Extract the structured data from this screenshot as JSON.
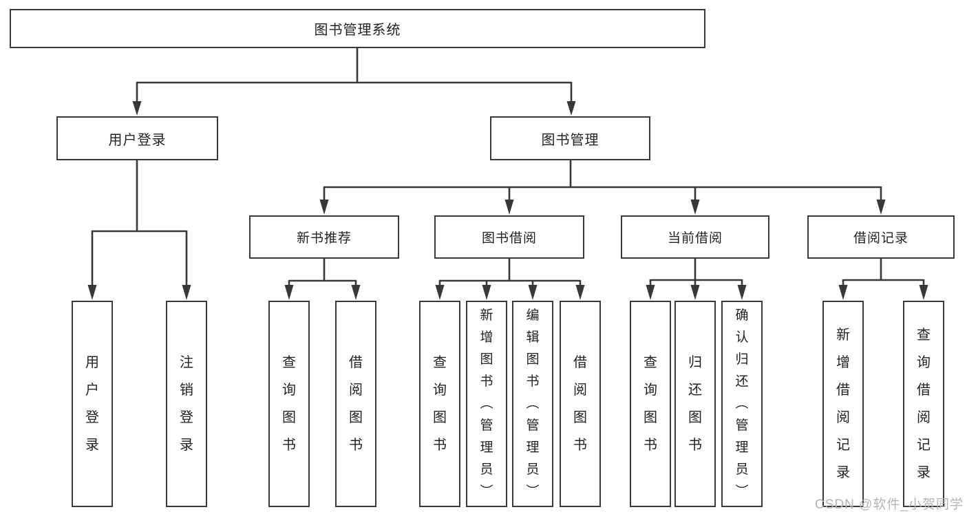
{
  "diagram": {
    "background": "#ffffff",
    "line_color": "#383838",
    "text_color": "#222222",
    "watermark": {
      "text": "CSDN @软件_小贺同学",
      "color": "#b4b4b4"
    },
    "tree": {
      "label": "图书管理系统",
      "children": [
        {
          "label": "用户登录",
          "children": [
            {
              "label": "用户登录"
            },
            {
              "label": "注销登录"
            }
          ]
        },
        {
          "label": "图书管理",
          "children": [
            {
              "label": "新书推荐",
              "children": [
                {
                  "label": "查询图书"
                },
                {
                  "label": "借阅图书"
                }
              ]
            },
            {
              "label": "图书借阅",
              "children": [
                {
                  "label": "查询图书"
                },
                {
                  "label": "新增图书（管理员）"
                },
                {
                  "label": "编辑图书（管理员）"
                },
                {
                  "label": "借阅图书"
                }
              ]
            },
            {
              "label": "当前借阅",
              "children": [
                {
                  "label": "查询图书"
                },
                {
                  "label": "归还图书"
                },
                {
                  "label": "确认归还（管理员）"
                }
              ]
            },
            {
              "label": "借阅记录",
              "children": [
                {
                  "label": "新增借阅记录"
                },
                {
                  "label": "查询借阅记录"
                }
              ]
            }
          ]
        }
      ]
    }
  }
}
